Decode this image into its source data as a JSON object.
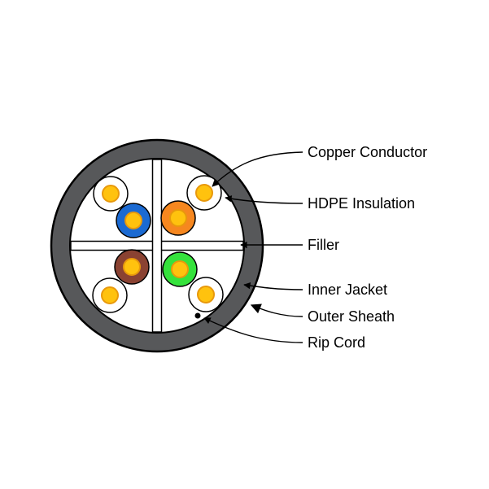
{
  "diagram": {
    "labels": {
      "copper_conductor": "Copper Conductor",
      "hdpe_insulation": "HDPE Insulation",
      "filler": "Filler",
      "inner_jacket": "Inner Jacket",
      "outer_sheath": "Outer Sheath",
      "rip_cord": "Rip Cord"
    },
    "wires": [
      {
        "quadrant": "top-left",
        "insulation": "white"
      },
      {
        "quadrant": "top-left",
        "insulation": "blue"
      },
      {
        "quadrant": "top-right",
        "insulation": "white"
      },
      {
        "quadrant": "top-right",
        "insulation": "orange"
      },
      {
        "quadrant": "bottom-left",
        "insulation": "brown"
      },
      {
        "quadrant": "bottom-left",
        "insulation": "white"
      },
      {
        "quadrant": "bottom-right",
        "insulation": "green"
      },
      {
        "quadrant": "bottom-right",
        "insulation": "white"
      }
    ],
    "colors": {
      "outer_sheath": "#57585a",
      "inner_jacket": "#ffffff",
      "filler": "#ffffff",
      "wire_white": "#ffffff",
      "wire_blue": "#1b6ad2",
      "wire_orange": "#f6871f",
      "wire_brown": "#8a4232",
      "wire_green": "#35e23c",
      "conductor_fill": "#ffc20e",
      "conductor_edge": "#e8990c",
      "outline": "#000000",
      "rip_cord": "#000000"
    }
  }
}
